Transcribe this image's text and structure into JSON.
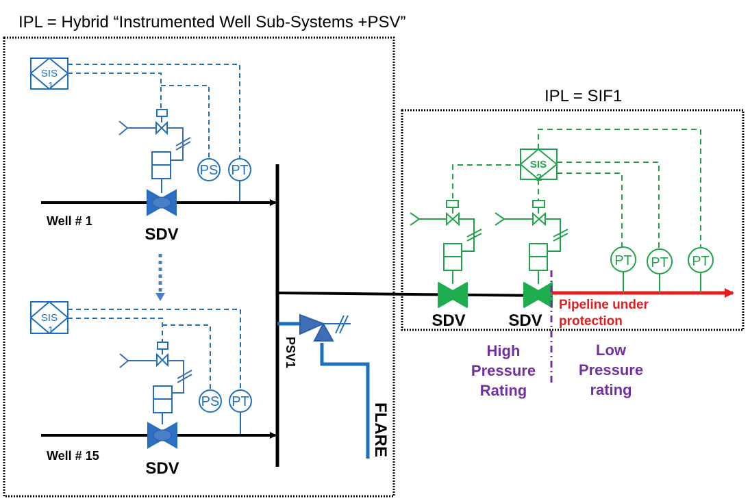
{
  "titles": {
    "hybrid_ipl": "IPL = Hybrid  “Instrumented  Well Sub-Systems +PSV”",
    "sif_ipl": "IPL = SIF1"
  },
  "wells": [
    {
      "label": "Well # 1",
      "valve_label": "SDV",
      "sis_label": "SIS",
      "sis_number": "1",
      "instruments": [
        "PS",
        "PT"
      ]
    },
    {
      "label": "Well # 15",
      "valve_label": "SDV",
      "sis_label": "SIS",
      "sis_number": "1",
      "instruments": [
        "PS",
        "PT"
      ]
    }
  ],
  "relief": {
    "valve_label": "PSV1",
    "outlet_label": "FLARE"
  },
  "sif": {
    "sis_label": "SIS",
    "sis_number": "2",
    "valves": [
      {
        "label": "SDV"
      },
      {
        "label": "SDV"
      }
    ],
    "transmitters": [
      "PT",
      "PT",
      "PT"
    ],
    "pipeline_label_line1": "Pipeline under",
    "pipeline_label_line2": "protection"
  },
  "ratings": {
    "high": [
      "High",
      "Pressure",
      "Rating"
    ],
    "low": [
      "Low",
      "Pressure",
      "rating"
    ]
  },
  "colors": {
    "blue_instrument": "#1f6fbf",
    "blue_valve": "#2f6fc4",
    "green_instrument": "#1fa34a",
    "pipeline_red": "#e81c1c",
    "rating_purple": "#7030a0",
    "process_line": "#000000"
  }
}
